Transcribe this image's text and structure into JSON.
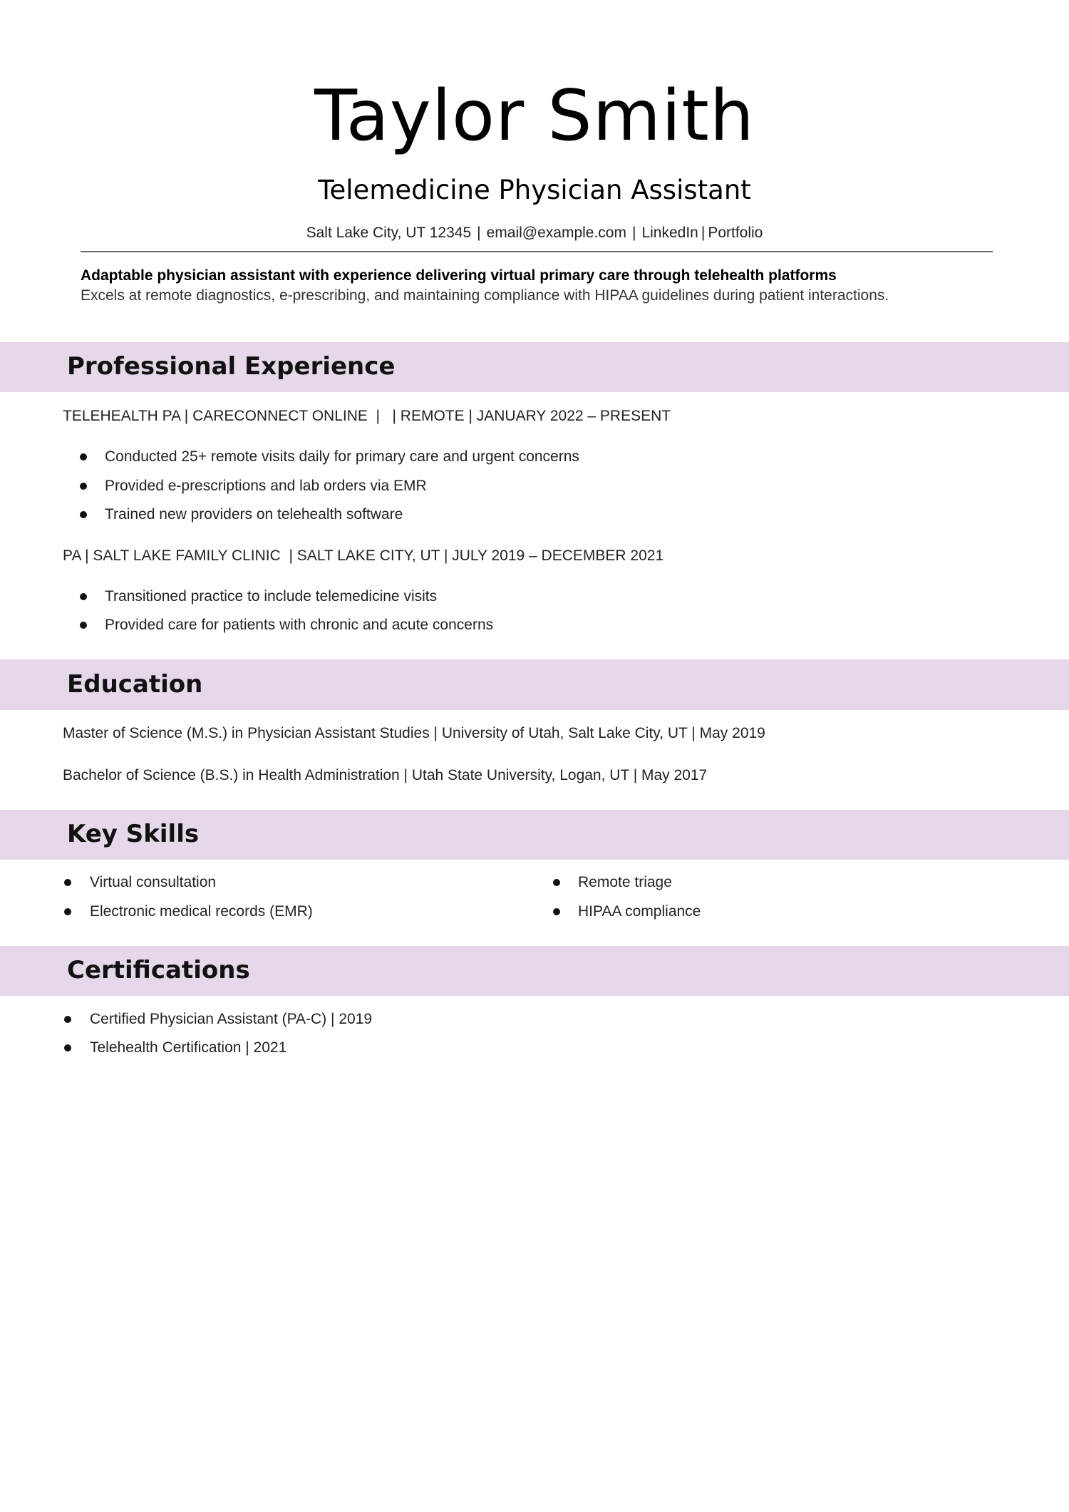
{
  "header": {
    "name": "Taylor Smith",
    "title": "Telemedicine Physician Assistant",
    "contact": {
      "location": "Salt Lake City, UT 12345",
      "email": "email@example.com",
      "linkedin": "LinkedIn",
      "portfolio": "Portfolio"
    }
  },
  "summary": {
    "headline": "Adaptable physician assistant with experience delivering virtual primary care through telehealth platforms",
    "text": "Excels at remote diagnostics, e-prescribing, and maintaining compliance with HIPAA guidelines during patient interactions."
  },
  "sections": {
    "experience": {
      "heading": "Professional Experience",
      "jobs": [
        {
          "line": "TELEHEALTH PA | CARECONNECT ONLINE  |   | REMOTE | JANUARY 2022 – PRESENT",
          "bullets": [
            "Conducted 25+ remote visits daily for primary care and urgent concerns",
            "Provided e-prescriptions and lab orders via EMR",
            "Trained new providers on telehealth software"
          ]
        },
        {
          "line": "PA | SALT LAKE FAMILY CLINIC  | SALT LAKE CITY, UT | JULY 2019 – DECEMBER 2021",
          "bullets": [
            "Transitioned practice to include telemedicine visits",
            "Provided care for patients with chronic and acute concerns"
          ]
        }
      ]
    },
    "education": {
      "heading": "Education",
      "items": [
        "Master of Science (M.S.) in Physician Assistant Studies | University of Utah, Salt Lake City, UT | May 2019",
        "Bachelor of Science (B.S.) in Health Administration | Utah State University, Logan, UT | May 2017"
      ]
    },
    "skills": {
      "heading": "Key Skills",
      "left": [
        "Virtual consultation",
        "Electronic medical records (EMR)"
      ],
      "right": [
        "Remote triage",
        "HIPAA compliance"
      ]
    },
    "certifications": {
      "heading": "Certifications",
      "items": [
        "Certified Physician Assistant (PA-C) | 2019",
        "Telehealth Certification | 2021"
      ]
    }
  },
  "colors": {
    "band": "#e7d7ea",
    "rule": "#6e6e6e"
  }
}
